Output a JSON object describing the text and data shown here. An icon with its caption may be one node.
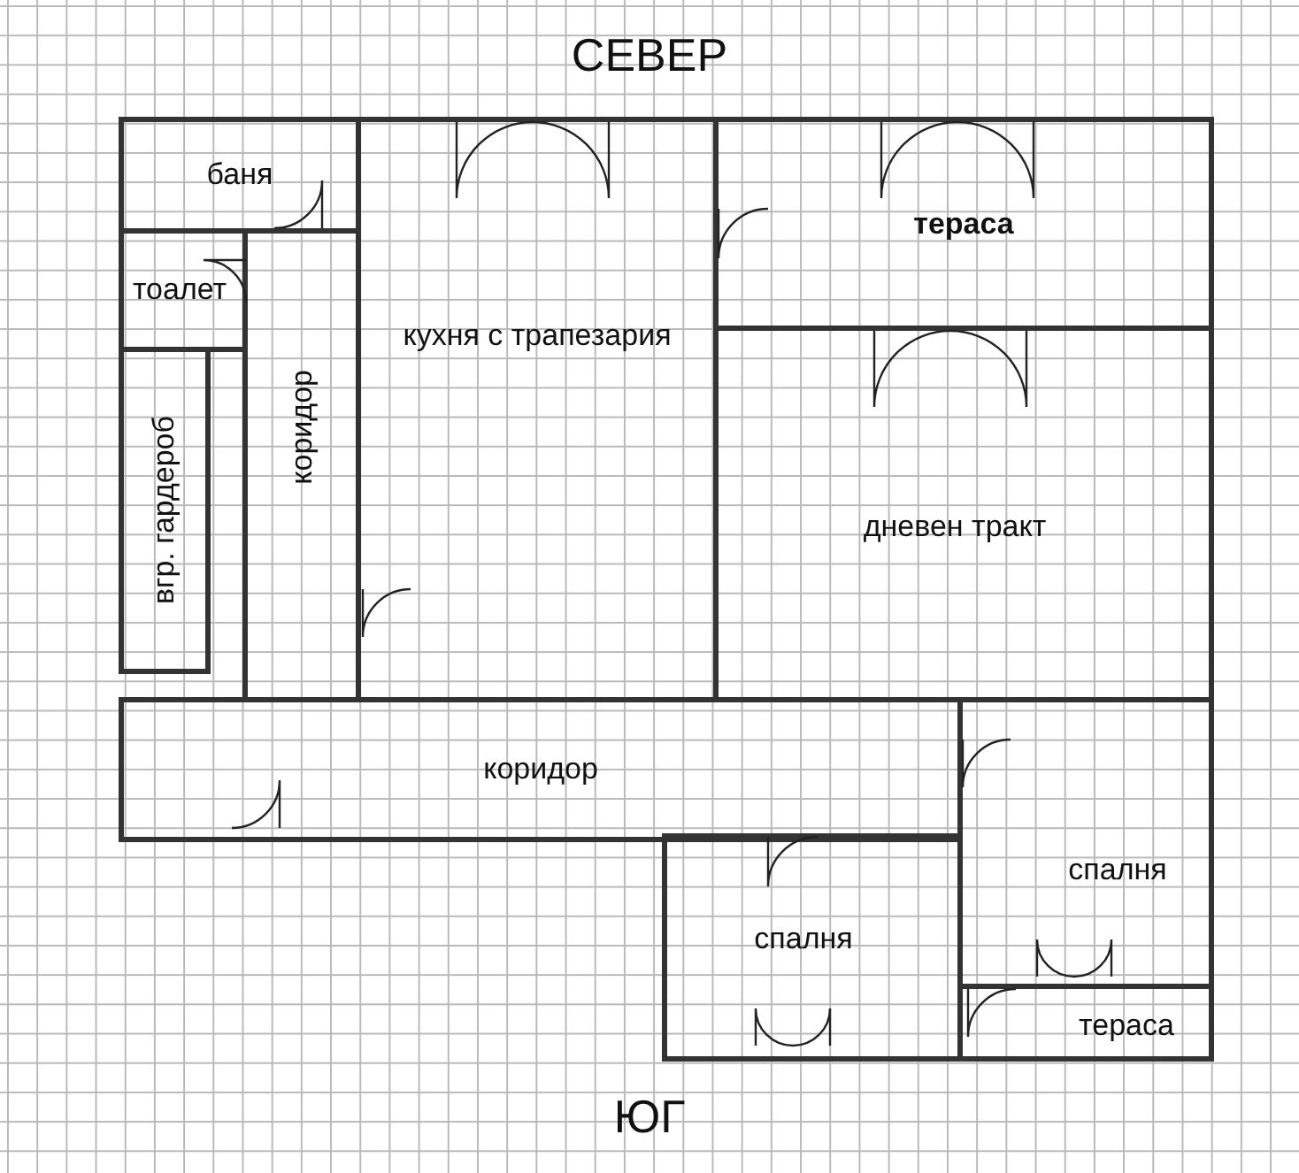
{
  "diagram": {
    "title": "СЕВЕР",
    "nodes": [
      {
        "text": [
          "баня"
        ]
      },
      {
        "text": [
          "тоалет"
        ]
      },
      {
        "text": [
          "вгр. гардероб"
        ]
      },
      {
        "text": [
          "коридор"
        ]
      },
      {
        "text": [
          "кухня с трапезария"
        ]
      },
      {
        "text": [
          "тераса"
        ]
      },
      {
        "text": [
          "дневен тракт"
        ]
      },
      {
        "text": [
          "коридор"
        ]
      },
      {
        "text": [
          "спалня"
        ]
      },
      {
        "text": [
          "спалня"
        ]
      },
      {
        "text": [
          "тераса"
        ]
      }
    ],
    "labels": [
      "ЮГ"
    ]
  }
}
